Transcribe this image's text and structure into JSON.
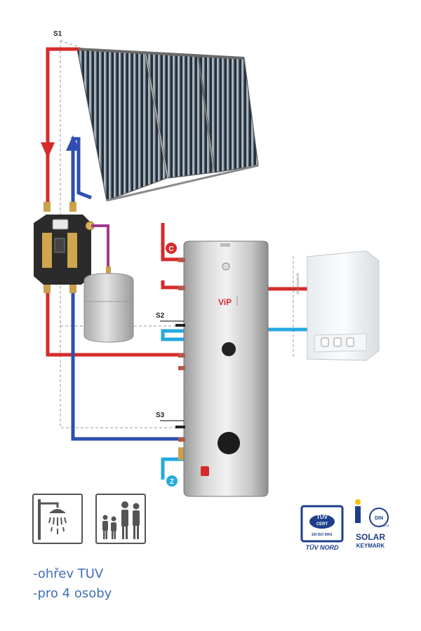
{
  "sensors": {
    "s1": "S1",
    "s2": "S2",
    "s3": "S3"
  },
  "markers": {
    "c": "C",
    "z": "Z"
  },
  "tank": {
    "brand_vi": "ViP"
  },
  "boiler": {
    "vertical_text": "plný zásobník"
  },
  "icons": {
    "shower": "shower-icon",
    "family": "family-icon"
  },
  "certifications": {
    "tuv": {
      "line1": "TÜV",
      "line2": "CERT",
      "line3": "EN ISO 9001",
      "line4": "TÜV NORD"
    },
    "solar": {
      "din": "DIN",
      "geprueft": "Geprüft",
      "solar": "SOLAR",
      "keymark": "KEYMARK"
    }
  },
  "captions": {
    "line1": "-ohřev TUV",
    "line2": "-pro 4 osoby"
  },
  "colors": {
    "hot": "#d62b2b",
    "cold": "#2f4fb0",
    "expansion": "#a03a8c",
    "cyan": "#25a9e0",
    "caption": "#3f6fb6"
  }
}
